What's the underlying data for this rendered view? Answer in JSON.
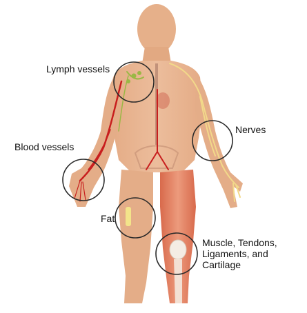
{
  "labels": {
    "lymph_vessels": "Lymph vessels",
    "nerves": "Nerves",
    "blood_vessels": "Blood vessels",
    "fat": "Fat",
    "muscle_line1": "Muscle, Tendons,",
    "muscle_line2": "Ligaments, and",
    "muscle_line3": "Cartilage"
  },
  "colors": {
    "skin": "#e8b48f",
    "skin_shade": "#d99b74",
    "blood_vessel": "#c81e1e",
    "lymph": "#9ab845",
    "nerve": "#f2d98a",
    "fat": "#f3e48a",
    "muscle": "#e07a5c",
    "bone": "#f4ede4",
    "circle": "#2a2a2a"
  }
}
